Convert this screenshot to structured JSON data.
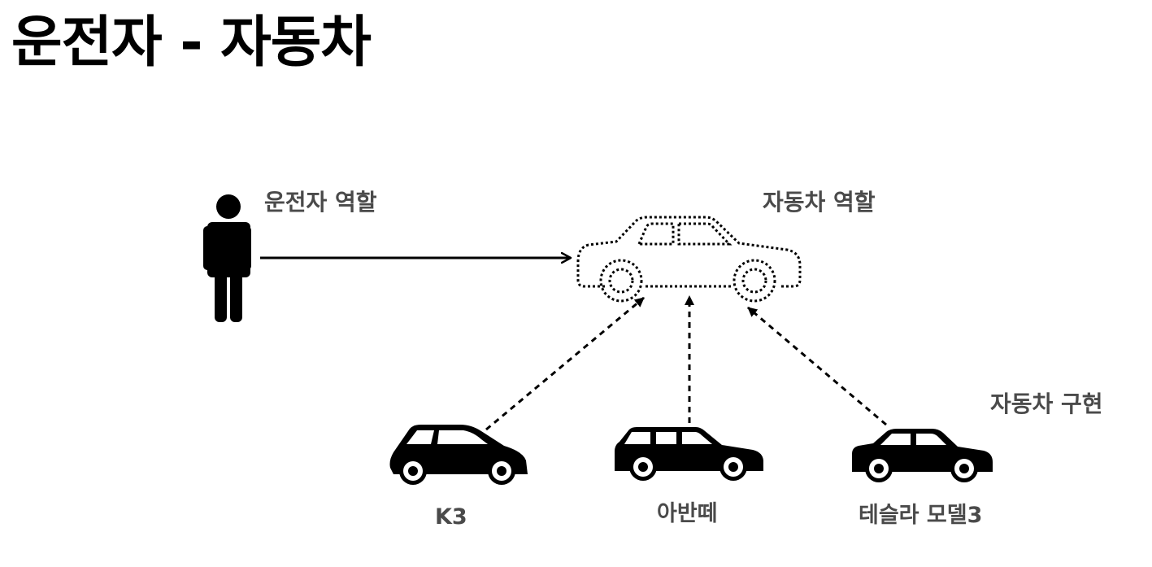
{
  "title": "운전자 - 자동차",
  "labels": {
    "driver_role": "운전자 역할",
    "car_role": "자동차 역할",
    "car_impl": "자동차 구현",
    "k3": "K3",
    "avante": "아반떼",
    "tesla": "테슬라 모델3"
  },
  "icons": {
    "driver": "person-icon",
    "car_role": "dotted-car-outline-icon",
    "k3": "hatchback-car-icon",
    "avante": "wagon-car-icon",
    "tesla": "sedan-car-icon"
  },
  "colors": {
    "title": "#000000",
    "labels": "#4a4a4a",
    "lines": "#000000"
  }
}
